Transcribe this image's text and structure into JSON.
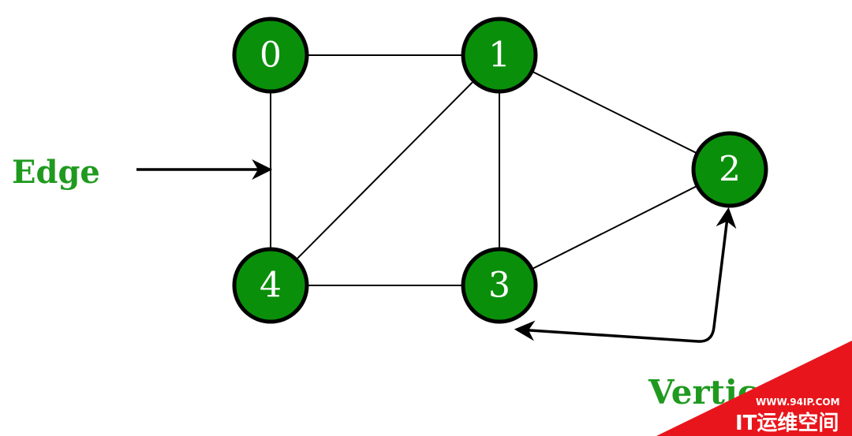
{
  "graph": {
    "nodes": [
      {
        "id": "0",
        "label": "0"
      },
      {
        "id": "1",
        "label": "1"
      },
      {
        "id": "2",
        "label": "2"
      },
      {
        "id": "3",
        "label": "3"
      },
      {
        "id": "4",
        "label": "4"
      }
    ],
    "edges": [
      {
        "from": "0",
        "to": "1"
      },
      {
        "from": "0",
        "to": "4"
      },
      {
        "from": "1",
        "to": "4"
      },
      {
        "from": "1",
        "to": "3"
      },
      {
        "from": "1",
        "to": "2"
      },
      {
        "from": "4",
        "to": "3"
      },
      {
        "from": "3",
        "to": "2"
      }
    ]
  },
  "annotations": {
    "edge_label": "Edge",
    "vertices_label": "Vertic"
  },
  "watermark": {
    "url": "WWW.94IP.COM",
    "name": "IT运维空间"
  },
  "colors": {
    "node_fill": "#0a8f0a",
    "label_green": "#1f9a1f",
    "watermark_red": "#e8161c"
  }
}
